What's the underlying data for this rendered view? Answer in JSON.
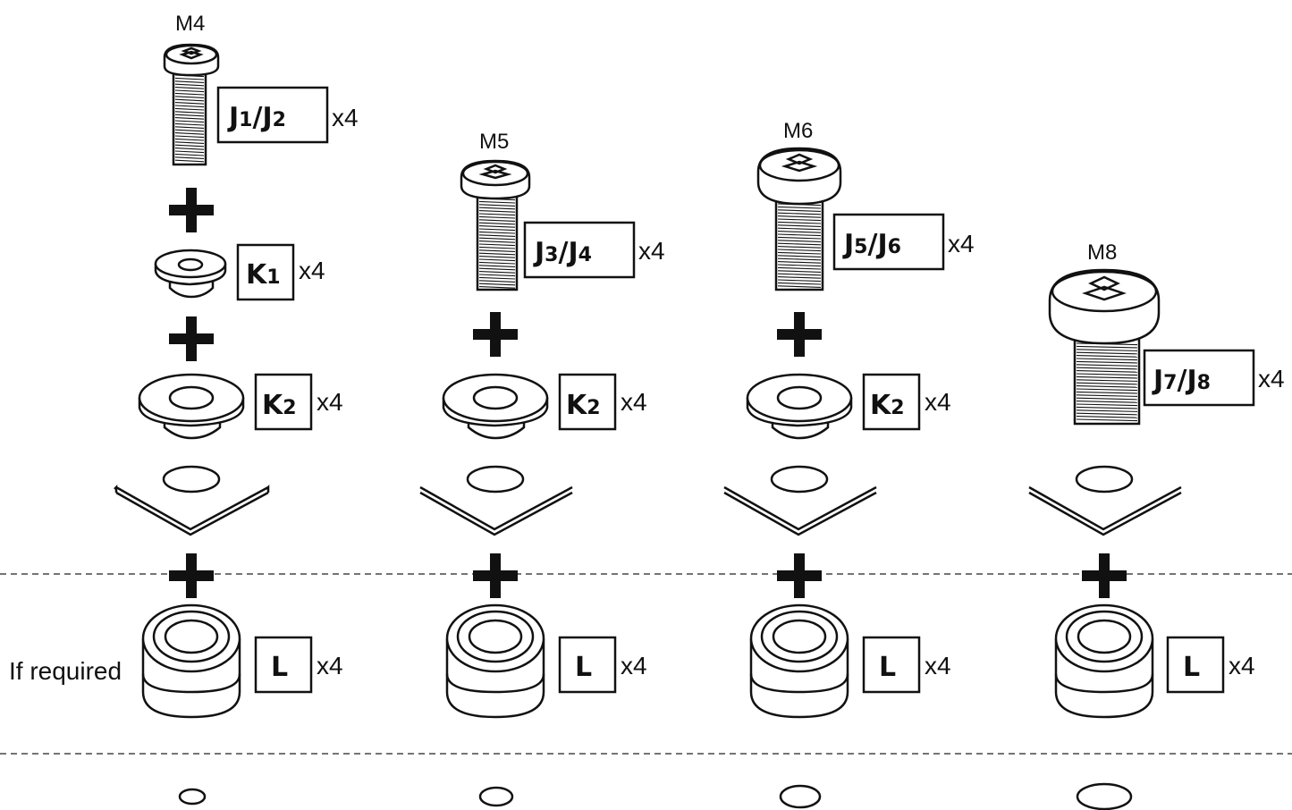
{
  "labels": {
    "if_required": "If required"
  },
  "columns": [
    {
      "screw_size": "M4",
      "screw_code": "J",
      "screw_sub1": "1",
      "screw_sub2": "2",
      "screw_qty": "x4",
      "k1_code": "K",
      "k1_sub": "1",
      "k1_qty": "x4",
      "k2_code": "K",
      "k2_sub": "2",
      "k2_qty": "x4",
      "l_code": "L",
      "l_qty": "x4"
    },
    {
      "screw_size": "M5",
      "screw_code": "J",
      "screw_sub1": "3",
      "screw_sub2": "4",
      "screw_qty": "x4",
      "k2_code": "K",
      "k2_sub": "2",
      "k2_qty": "x4",
      "l_code": "L",
      "l_qty": "x4"
    },
    {
      "screw_size": "M6",
      "screw_code": "J",
      "screw_sub1": "5",
      "screw_sub2": "6",
      "screw_qty": "x4",
      "k2_code": "K",
      "k2_sub": "2",
      "k2_qty": "x4",
      "l_code": "L",
      "l_qty": "x4"
    },
    {
      "screw_size": "M8",
      "screw_code": "J",
      "screw_sub1": "7",
      "screw_sub2": "8",
      "screw_qty": "x4",
      "l_code": "L",
      "l_qty": "x4"
    }
  ]
}
